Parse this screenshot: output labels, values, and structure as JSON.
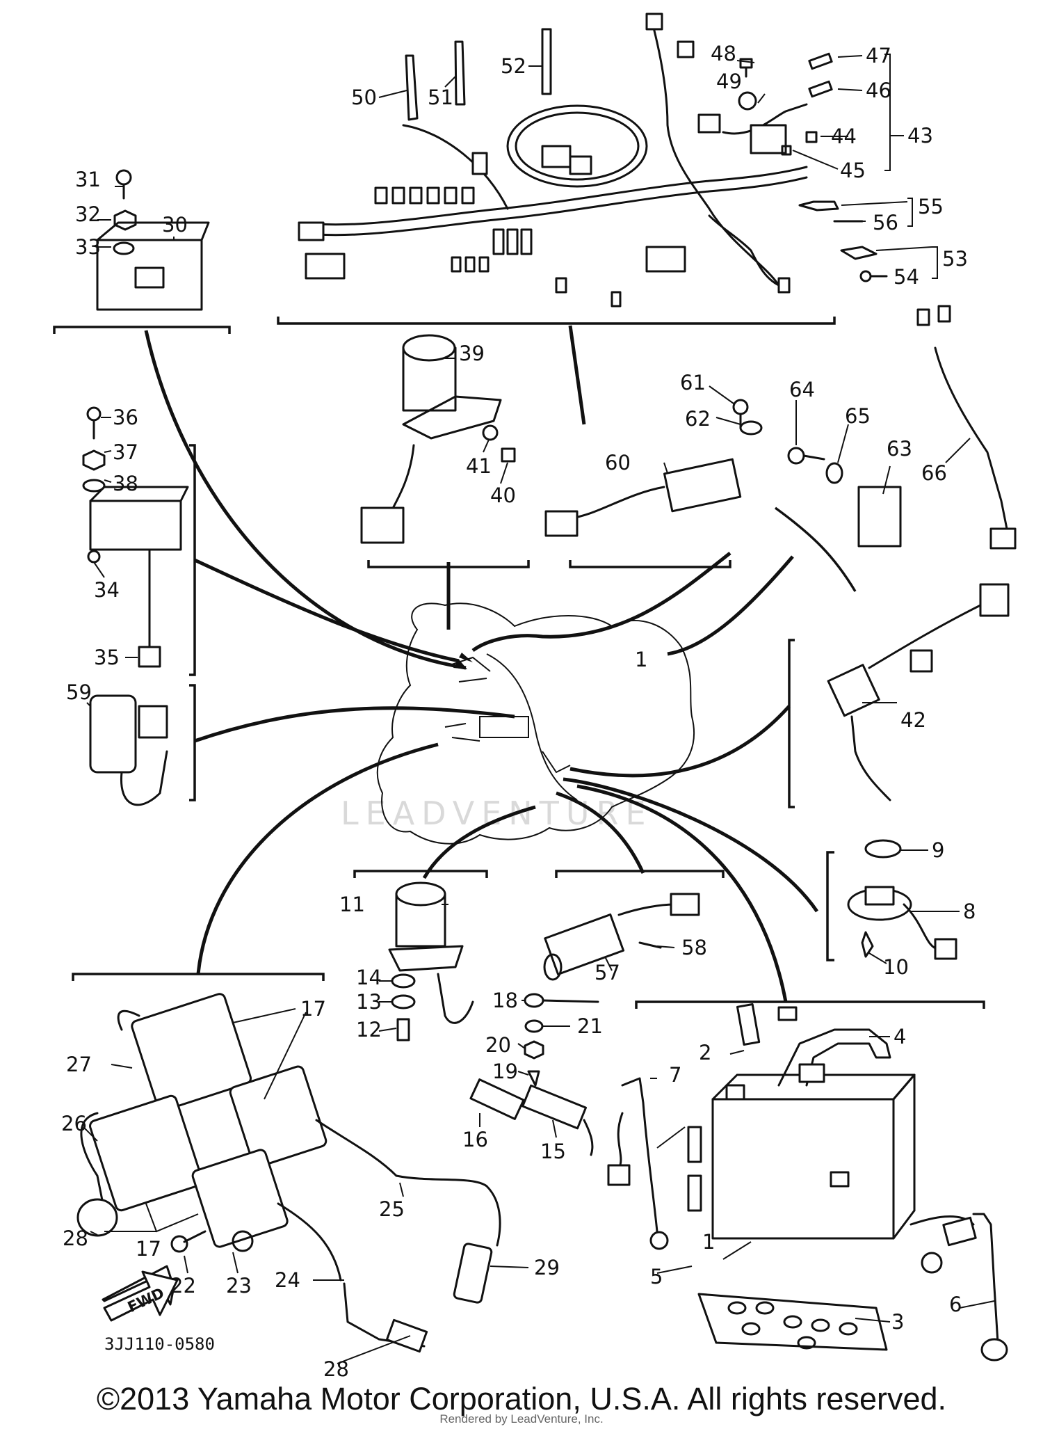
{
  "diagram_code": "3JJ110-0580",
  "fwd_label": "FWD",
  "watermark": "LEADVENTURE",
  "copyright": "©2013 Yamaha Motor Corporation, U.S.A. All rights reserved.",
  "rendered_by": "Rendered by LeadVenture, Inc.",
  "callouts": {
    "c1": "1",
    "c1b": "1",
    "c2": "2",
    "c3": "3",
    "c4": "4",
    "c5": "5",
    "c6": "6",
    "c7": "7",
    "c8": "8",
    "c9": "9",
    "c10": "10",
    "c11": "11",
    "c12": "12",
    "c13": "13",
    "c14": "14",
    "c15": "15",
    "c16": "16",
    "c17a": "17",
    "c17b": "17",
    "c18": "18",
    "c19": "19",
    "c20": "20",
    "c21": "21",
    "c22": "22",
    "c23": "23",
    "c24": "24",
    "c25": "25",
    "c26": "26",
    "c27": "27",
    "c28a": "28",
    "c28b": "28",
    "c29": "29",
    "c30": "30",
    "c31": "31",
    "c32": "32",
    "c33": "33",
    "c34": "34",
    "c35": "35",
    "c36": "36",
    "c37": "37",
    "c38": "38",
    "c39": "39",
    "c40": "40",
    "c41": "41",
    "c42": "42",
    "c43": "43",
    "c44": "44",
    "c45": "45",
    "c46": "46",
    "c47": "47",
    "c48": "48",
    "c49": "49",
    "c50": "50",
    "c51": "51",
    "c52": "52",
    "c53": "53",
    "c54": "54",
    "c55": "55",
    "c56": "56",
    "c57": "57",
    "c58": "58",
    "c59": "59",
    "c60": "60",
    "c61": "61",
    "c62": "62",
    "c63": "63",
    "c64": "64",
    "c65": "65",
    "c66": "66"
  }
}
